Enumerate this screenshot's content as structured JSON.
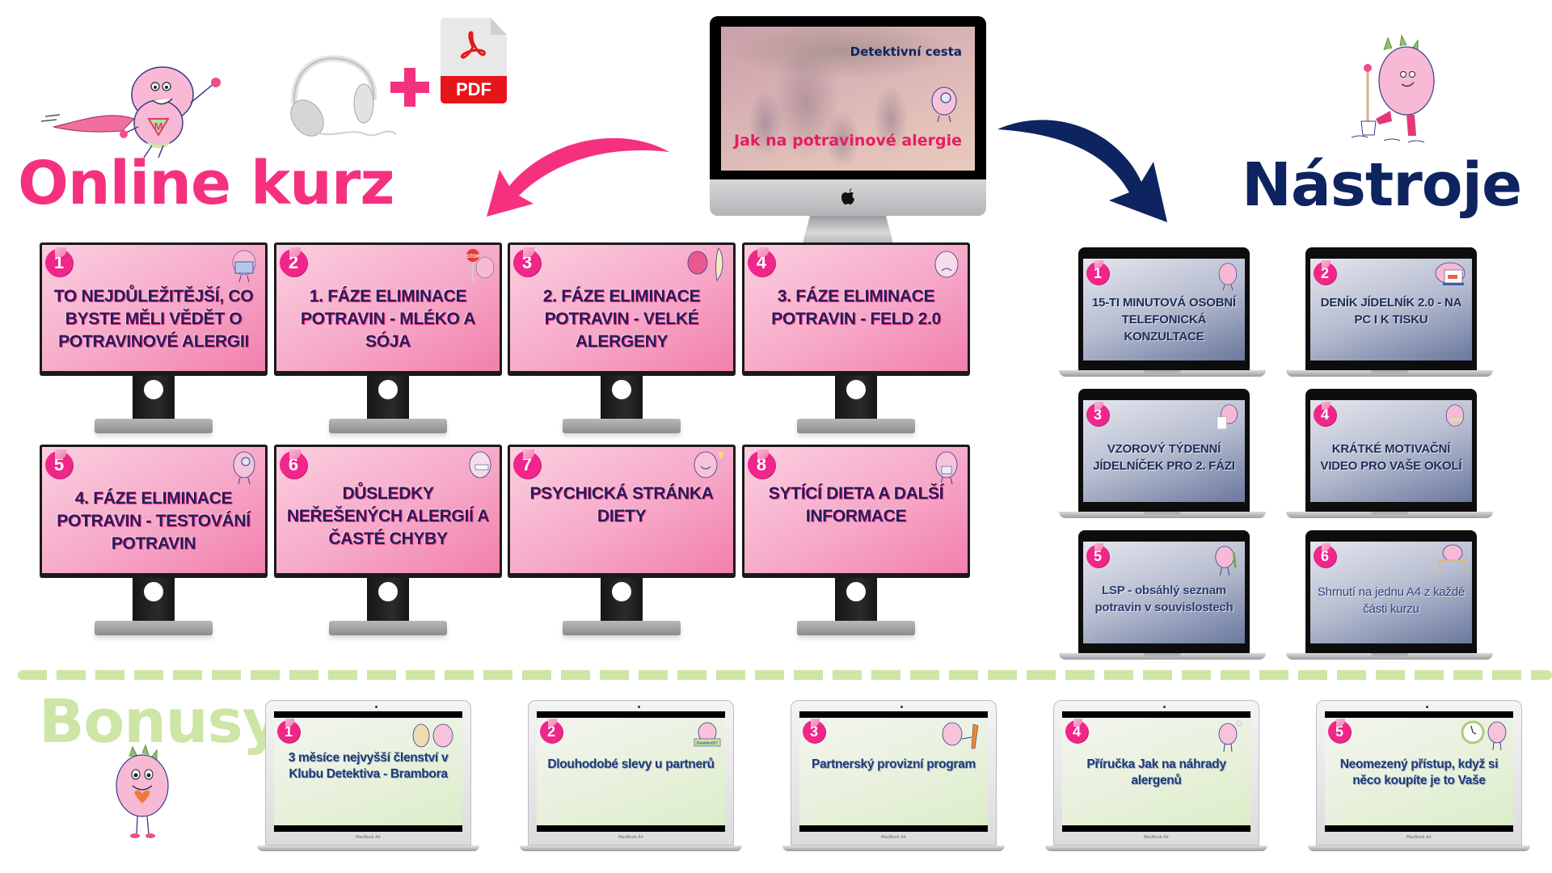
{
  "sections": {
    "course_title": "Online kurz",
    "tools_title": "Nástroje",
    "bonus_title": "Bonusy"
  },
  "media": {
    "pdf_label": "PDF",
    "icons": [
      "superhero-mascot-icon",
      "headphones-icon",
      "plus-icon",
      "pdf-file-icon",
      "digging-mascot-icon",
      "heart-mascot-icon"
    ]
  },
  "hero": {
    "subtitle": "Detektivní cesta",
    "title": "Jak na potravinové alergie"
  },
  "colors": {
    "course_pink": "#F5317F",
    "tools_navy": "#0E2460",
    "bonus_green": "#CDE5A5",
    "badge_pink": "#F0268A"
  },
  "course_modules": [
    {
      "number": "1",
      "title": "TO NEJDŮLEŽITĚJŠÍ, CO BYSTE MĚLI VĚDĚT O POTRAVINOVÉ ALERGII"
    },
    {
      "number": "2",
      "title": "1. FÁZE ELIMINACE POTRAVIN - MLÉKO A SÓJA"
    },
    {
      "number": "3",
      "title": "2. FÁZE ELIMINACE POTRAVIN - VELKÉ ALERGENY"
    },
    {
      "number": "4",
      "title": "3. FÁZE ELIMINACE POTRAVIN - FELD 2.0"
    },
    {
      "number": "5",
      "title": "4. FÁZE ELIMINACE POTRAVIN - TESTOVÁNÍ POTRAVIN"
    },
    {
      "number": "6",
      "title": "DŮSLEDKY NEŘEŠENÝCH ALERGIÍ A ČASTÉ CHYBY"
    },
    {
      "number": "7",
      "title": "PSYCHICKÁ STRÁNKA DIETY"
    },
    {
      "number": "8",
      "title": "SYTÍCÍ DIETA A DALŠÍ INFORMACE"
    }
  ],
  "tools": [
    {
      "number": "1",
      "title": "15-TI MINUTOVÁ OSOBNÍ TELEFONICKÁ KONZULTACE"
    },
    {
      "number": "2",
      "title": "DENÍK JÍDELNÍK 2.0 - NA PC I K TISKU"
    },
    {
      "number": "3",
      "title": "VZOROVÝ TÝDENNÍ JÍDELNÍČEK PRO 2. FÁZI"
    },
    {
      "number": "4",
      "title": "KRÁTKÉ MOTIVAČNÍ VIDEO PRO VAŠE OKOLÍ"
    },
    {
      "number": "5",
      "title": "LSP - obsáhlý seznam potravin v souvislostech"
    },
    {
      "number": "6",
      "title": "Shrnutí na jednu A4 z každé části kurzu"
    }
  ],
  "bonuses": [
    {
      "number": "1",
      "title": "3 měsíce nejvyšší členství v Klubu Detektiva - Brambora",
      "device_label": "MacBook Air"
    },
    {
      "number": "2",
      "title": "Dlouhodobé slevy u partnerů",
      "device_label": "MacBook Air",
      "sign_text": "Detektiv007"
    },
    {
      "number": "3",
      "title": "Partnerský provizní program",
      "device_label": "MacBook Air"
    },
    {
      "number": "4",
      "title": "Příručka Jak na náhrady alergenů",
      "device_label": "MacBook Air"
    },
    {
      "number": "5",
      "title": "Neomezený přístup, když si něco koupíte je to Vaše",
      "device_label": "MacBook Air"
    }
  ]
}
